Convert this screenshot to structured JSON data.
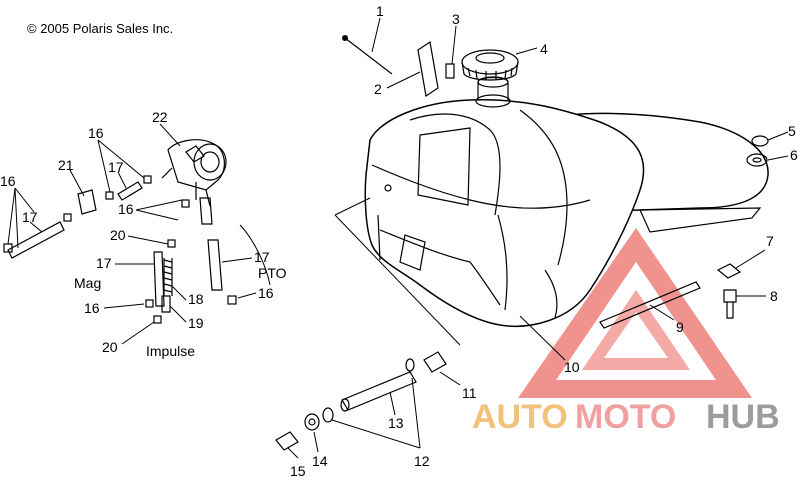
{
  "copyright": "© 2005 Polaris Sales Inc.",
  "labels": {
    "mag": "Mag",
    "pto": "PTO",
    "impulse": "Impulse"
  },
  "callouts": [
    "1",
    "2",
    "3",
    "4",
    "5",
    "6",
    "7",
    "8",
    "9",
    "10",
    "11",
    "12",
    "13",
    "14",
    "15",
    "16",
    "17",
    "20",
    "21",
    "22",
    "18",
    "19"
  ],
  "callout_list": [
    {
      "id": "1",
      "text": "1"
    },
    {
      "id": "2",
      "text": "2"
    },
    {
      "id": "3",
      "text": "3"
    },
    {
      "id": "4",
      "text": "4"
    },
    {
      "id": "5",
      "text": "5"
    },
    {
      "id": "6",
      "text": "6"
    },
    {
      "id": "7",
      "text": "7"
    },
    {
      "id": "8",
      "text": "8"
    },
    {
      "id": "9",
      "text": "9"
    },
    {
      "id": "10",
      "text": "10"
    },
    {
      "id": "11",
      "text": "11"
    },
    {
      "id": "12",
      "text": "12"
    },
    {
      "id": "13",
      "text": "13"
    },
    {
      "id": "14",
      "text": "14"
    },
    {
      "id": "15",
      "text": "15"
    },
    {
      "id": "16",
      "text": "16"
    },
    {
      "id": "17",
      "text": "17"
    },
    {
      "id": "18",
      "text": "18"
    },
    {
      "id": "19",
      "text": "19"
    },
    {
      "id": "20",
      "text": "20"
    },
    {
      "id": "21",
      "text": "21"
    },
    {
      "id": "22",
      "text": "22"
    }
  ],
  "watermark": {
    "auto": "AUTO",
    "moto": "MOTO",
    "hub": "HUB",
    "triangle_color": "#e8564f",
    "auto_color": "#f2c27a",
    "moto_color": "#f0a0a0",
    "hub_color": "#9c9c9c"
  }
}
